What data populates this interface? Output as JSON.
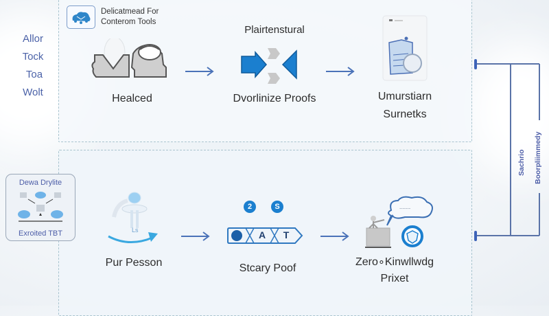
{
  "brand": {
    "logo_icon": "cloud-network-icon",
    "line1": "Delicatmead For",
    "line2": "Conterom Tools"
  },
  "side_labels": [
    "Allor",
    "Tock",
    "Toa",
    "Wolt"
  ],
  "top_row": {
    "step1": {
      "icon": "envelope-profile-icon",
      "label": "Healced"
    },
    "step2": {
      "icon": "merge-arrows-icon",
      "title": "Plairtenstural",
      "label": "Dvorlinize Proofs"
    },
    "step3": {
      "icon": "document-search-icon",
      "label_line1": "Umurstiarn",
      "label_line2": "Surnetks"
    }
  },
  "bottom_row": {
    "legend": {
      "title": "Dewa Drylite",
      "caption": "Exroited TBT",
      "icon": "network-nodes-icon"
    },
    "step1": {
      "icon": "person-rotate-icon",
      "label": "Pur Pesson"
    },
    "step2": {
      "icon": "token-chain-icon",
      "badges": [
        "2",
        "S"
      ],
      "chain": [
        "",
        "A",
        "T"
      ],
      "label": "Stcary Poof"
    },
    "step3": {
      "icon": "laptop-shield-cloud-icon",
      "label_line1": "Zero∘Kinwllwdg",
      "label_line2": "Prixet"
    }
  },
  "bracket": {
    "label_inner": "Sachrio",
    "label_outer": "Boorpliimmedy"
  },
  "colors": {
    "accent_blue": "#1b7fcf",
    "arrow_blue": "#4a72b8",
    "text_blue": "#4b62a8",
    "panel_border": "#a9c4cf"
  }
}
